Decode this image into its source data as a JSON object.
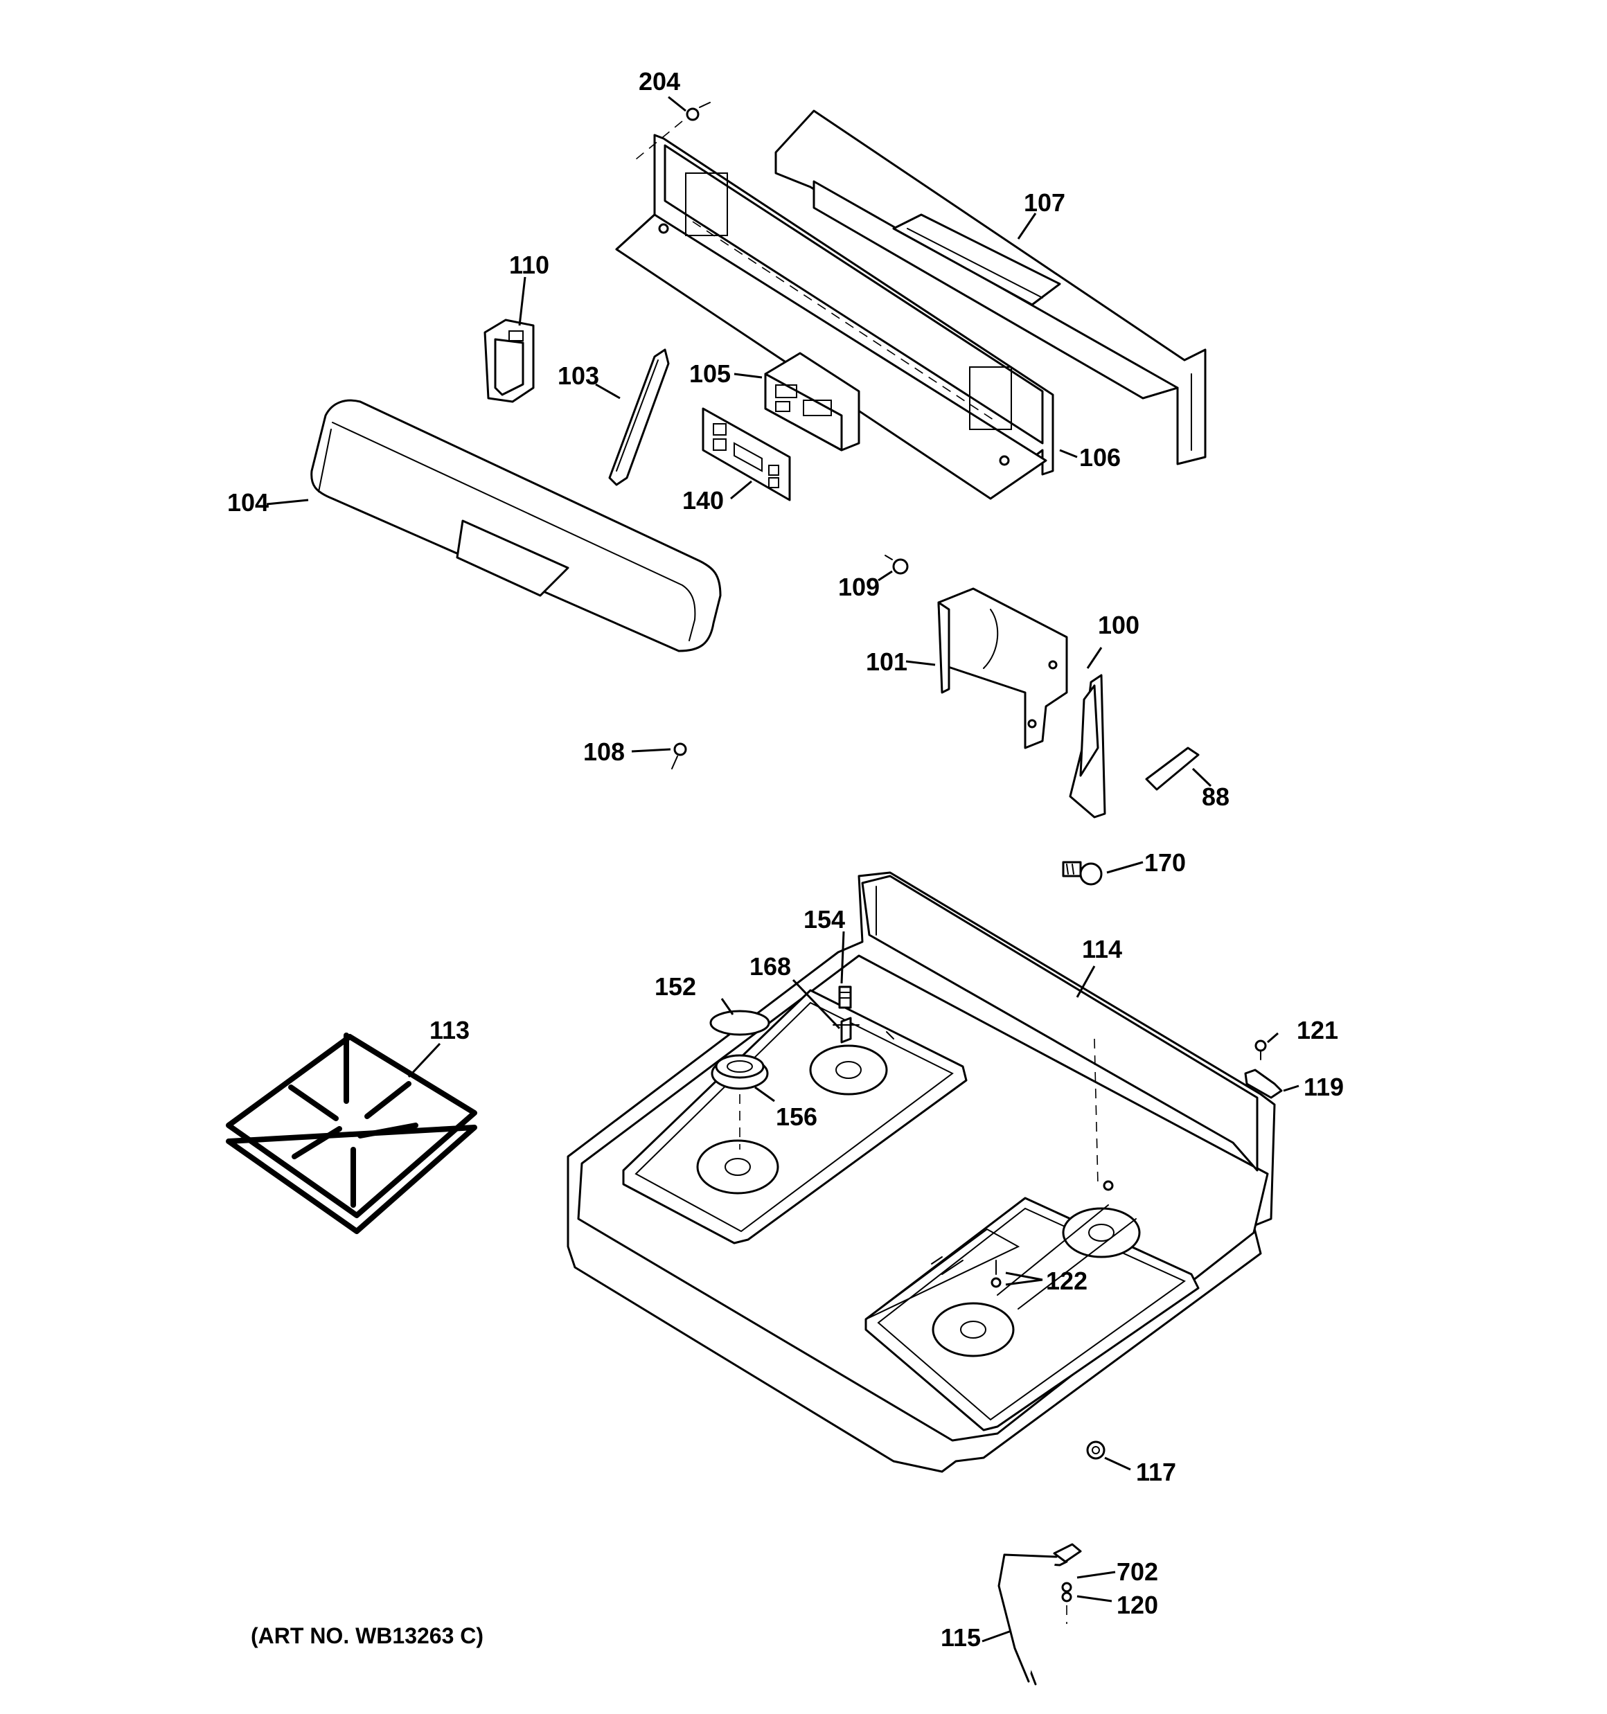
{
  "art_number": "(ART NO. WB13263 C)",
  "callouts": {
    "c204": "204",
    "c107": "107",
    "c110": "110",
    "c103": "103",
    "c105": "105",
    "c104": "104",
    "c140": "140",
    "c106": "106",
    "c109": "109",
    "c100": "100",
    "c101": "101",
    "c108": "108",
    "c88": "88",
    "c170": "170",
    "c154": "154",
    "c114": "114",
    "c168": "168",
    "c152": "152",
    "c113": "113",
    "c121": "121",
    "c119": "119",
    "c156": "156",
    "c122": "122",
    "c117": "117",
    "c702": "702",
    "c120": "120",
    "c115": "115"
  }
}
